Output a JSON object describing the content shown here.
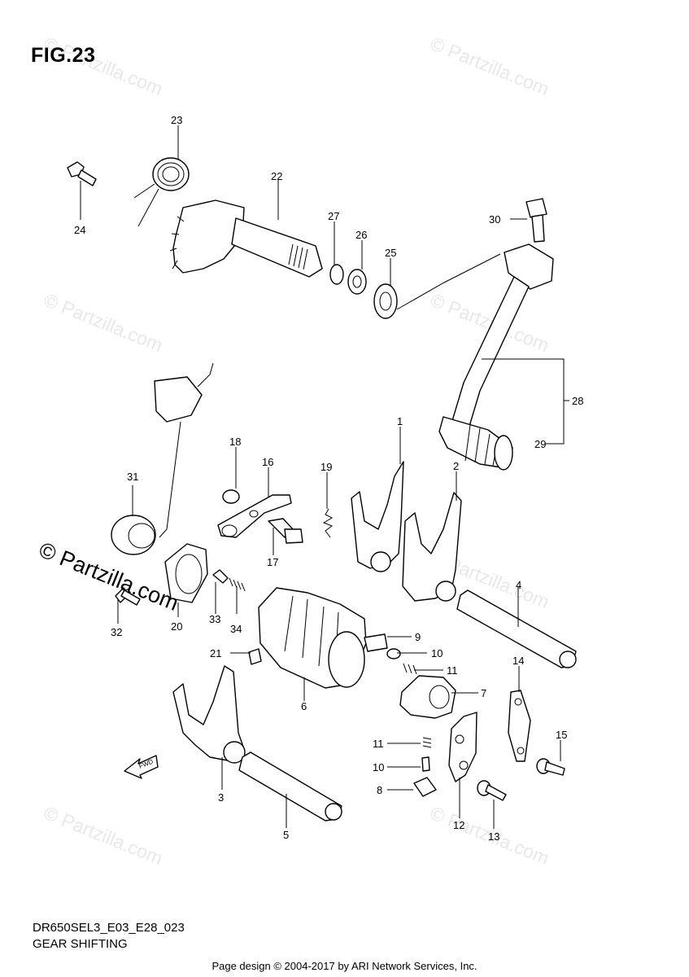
{
  "figure_title": "FIG.23",
  "diagram_code": "DR650SEL3_E03_E28_023",
  "caption": "GEAR SHIFTING",
  "footer": "Page design © 2004-2017 by ARI Network Services, Inc.",
  "watermark": "© Partzilla.com",
  "fwd_label": "FWD",
  "callouts": {
    "c1": "1",
    "c2": "2",
    "c3": "3",
    "c4": "4",
    "c5": "5",
    "c6": "6",
    "c7": "7",
    "c8": "8",
    "c9": "9",
    "c10a": "10",
    "c10b": "10",
    "c11a": "11",
    "c11b": "11",
    "c12": "12",
    "c13": "13",
    "c14": "14",
    "c15": "15",
    "c16": "16",
    "c17": "17",
    "c18": "18",
    "c19": "19",
    "c20": "20",
    "c21": "21",
    "c22": "22",
    "c23": "23",
    "c24": "24",
    "c25": "25",
    "c26": "26",
    "c27": "27",
    "c28": "28",
    "c29": "29",
    "c30": "30",
    "c31": "31",
    "c32": "32",
    "c33": "33",
    "c34": "34"
  },
  "colors": {
    "line": "#000000",
    "watermark": "#e8e8e8",
    "background": "#ffffff"
  }
}
